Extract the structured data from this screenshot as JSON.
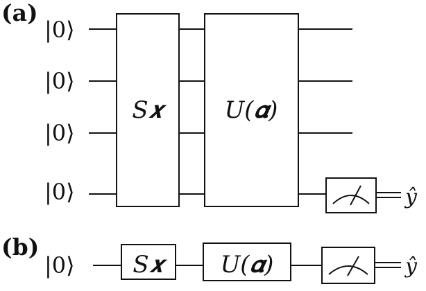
{
  "panel_a": {
    "label": "(a)",
    "inputs": [
      "|0⟩",
      "|0⟩",
      "|0⟩",
      "|0⟩"
    ],
    "gate1": "S𝒙",
    "gate2": "U(𝜶)",
    "meter_icon": "measurement-meter-icon",
    "output": "ŷ"
  },
  "panel_b": {
    "label": "(b)",
    "input": "|0⟩",
    "gate1": "S𝒙",
    "gate2": "U(𝜶)",
    "meter_icon": "measurement-meter-icon",
    "output": "ŷ"
  }
}
